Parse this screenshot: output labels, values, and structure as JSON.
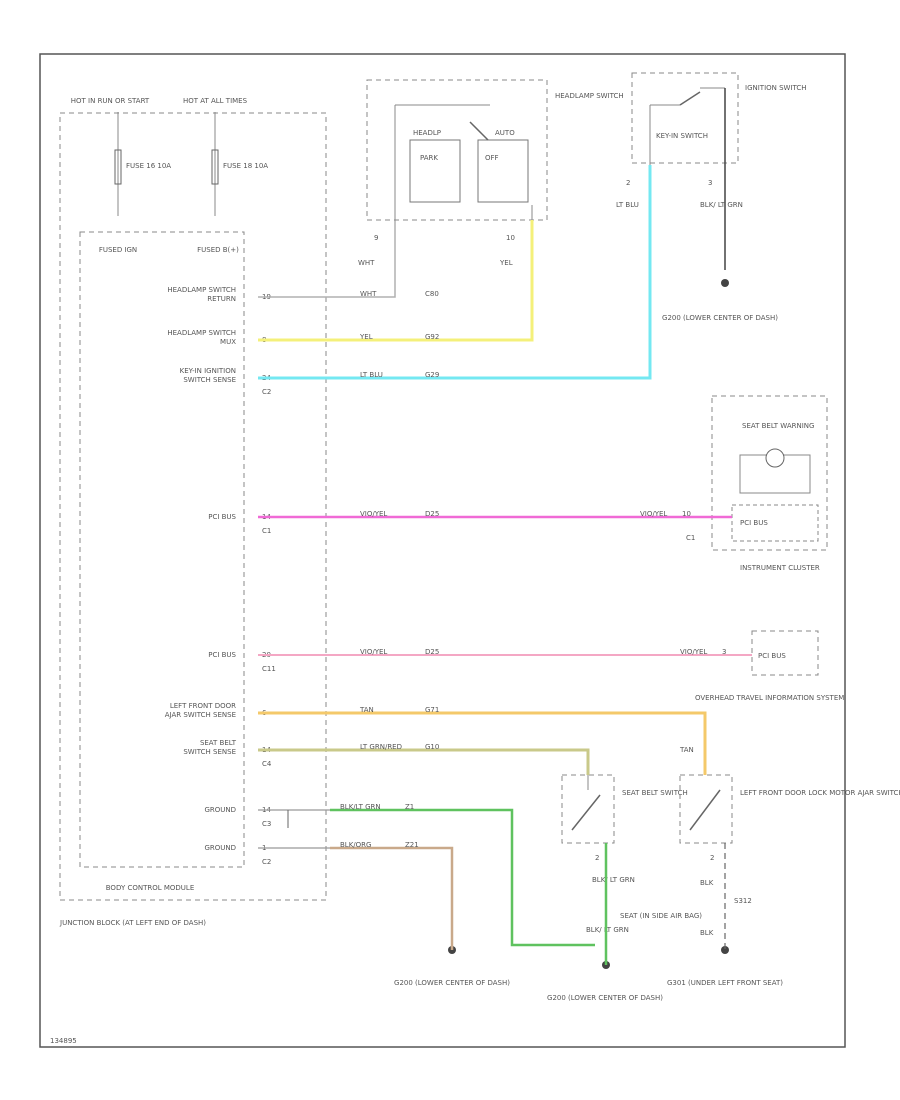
{
  "colors": {
    "frame": "#555555",
    "dash": "#888888",
    "wire_gray": "#b0b0b0",
    "yel": "#f4f07a",
    "lt_blu": "#74e8f2",
    "vio_yel_dark": "#f06ad6",
    "vio_yel_light": "#f4a7c4",
    "tan": "#f4c96a",
    "lt_grn_red": "#c9c98a",
    "blk_lt_grn": "#5fc25f",
    "blk_org": "#c9a98a",
    "ground": "#444444"
  },
  "fuse_block": {
    "feed_left": "HOT IN RUN OR START",
    "feed_right": "HOT AT ALL TIMES",
    "fuse_left": "FUSE 16 10A",
    "fuse_right": "FUSE 18 10A",
    "fused_left": "FUSED IGN",
    "fused_right": "FUSED B(+)"
  },
  "headlamp_switch": {
    "title": "HEADLAMP SWITCH",
    "mode_left": "HEADLP",
    "mode_right": "AUTO",
    "pos_left": "PARK",
    "pos_right": "OFF",
    "pin_a": "9",
    "wire_a": "WHT",
    "pin_b": "10",
    "wire_b": "YEL"
  },
  "ignition_switch": {
    "title": "IGNITION SWITCH",
    "sub": "KEY-IN SWITCH",
    "pin_a": "2",
    "wire_a": "LT BLU",
    "pin_b": "3",
    "wire_b": "BLK/ LT GRN",
    "ground": "G200 (LOWER CENTER OF DASH)"
  },
  "bcm_pins": [
    {
      "label": "HEADLAMP SWITCH RETURN",
      "pin": "19",
      "wire": "WHT",
      "circuit": "C80"
    },
    {
      "label": "HEADLAMP SWITCH MUX",
      "pin": "8",
      "wire": "YEL",
      "circuit": "G92"
    },
    {
      "label": "KEY-IN IGNITION SWITCH SENSE",
      "pin": "24",
      "wire": "LT BLU",
      "circuit": "G29",
      "connector": "C2"
    },
    {
      "label": "PCI BUS",
      "pin": "14",
      "wire": "VIO/YEL",
      "circuit": "D25",
      "connector": "C1",
      "far_wire": "VIO/YEL",
      "far_pin": "10"
    },
    {
      "label": "PCI BUS",
      "pin": "20",
      "wire": "VIO/YEL",
      "circuit": "D25",
      "connector": "C11",
      "far_wire": "VIO/YEL",
      "far_pin": "3"
    },
    {
      "label": "LEFT FRONT DOOR AJAR SWITCH SENSE",
      "pin": "6",
      "wire": "TAN",
      "circuit": "G71"
    },
    {
      "label": "SEAT BELT SWITCH SENSE",
      "pin": "14",
      "wire": "LT GRN/RED",
      "circuit": "G10",
      "connector": "C4"
    },
    {
      "label": "GROUND",
      "pin": "14",
      "wire": "BLK/LT GRN",
      "circuit": "Z1",
      "connector": "C3"
    },
    {
      "label": "GROUND",
      "pin": "1",
      "wire": "BLK/ORG",
      "circuit": "Z21",
      "connector": "C2"
    }
  ],
  "bcm": {
    "title": "BODY CONTROL MODULE",
    "junction": "JUNCTION BLOCK (AT LEFT END OF DASH)"
  },
  "cluster": {
    "title": "INSTRUMENT CLUSTER",
    "lamp": "SEAT BELT WARNING",
    "bus": "PCI BUS",
    "connector": "C1"
  },
  "overhead": {
    "title": "OVERHEAD TRAVEL INFORMATION SYSTEM",
    "bus": "PCI BUS",
    "tan_label": "TAN"
  },
  "seat_belt_switch": {
    "title": "SEAT BELT SWITCH",
    "pin": "2",
    "wire": "BLK/ LT GRN",
    "seat": "SEAT (IN SIDE AIR BAG)",
    "wire2": "BLK/ LT GRN",
    "ground": "G200 (LOWER CENTER OF DASH)"
  },
  "door_switch": {
    "title": "LEFT FRONT DOOR LOCK MOTOR AJAR SWITCH",
    "pin": "2",
    "wire": "BLK",
    "splice": "S312",
    "wire2": "BLK",
    "ground": "G301 (UNDER LEFT FRONT SEAT)"
  },
  "bcm_ground": "G200 (LOWER CENTER OF DASH)",
  "figure_id": "134895"
}
